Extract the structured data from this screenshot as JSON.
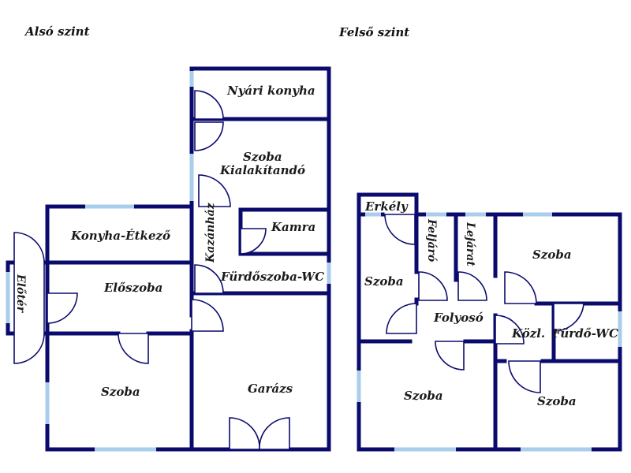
{
  "titles": {
    "lower": "Alsó szint",
    "upper": "Felső szint"
  },
  "lower_rooms": {
    "nyari_konyha": "Nyári konyha",
    "szoba": "Szoba",
    "kialakitando": "Kialakítandó",
    "kazanhaz": "Kazánház",
    "kamra": "Kamra",
    "konyha_etkezo": "Konyha-Étkező",
    "furdoszoba_wc": "Fürdőszoba-WC",
    "eloszoba": "Előszoba",
    "eloter": "Előtér",
    "szoba_bottom": "Szoba",
    "garazs": "Garázs"
  },
  "upper_rooms": {
    "erkely": "Erkély",
    "feljaro": "Feljáró",
    "lejarat": "Lejárat",
    "szoba_left": "Szoba",
    "szoba_top_right": "Szoba",
    "folyoso": "Folyosó",
    "kozl": "Közl.",
    "furdo_wc": "Fürdő-WC",
    "szoba_bottom_left": "Szoba",
    "szoba_bottom_right": "Szoba"
  },
  "colors": {
    "wall": "#0b0b6e",
    "window": "#a9cdea"
  }
}
